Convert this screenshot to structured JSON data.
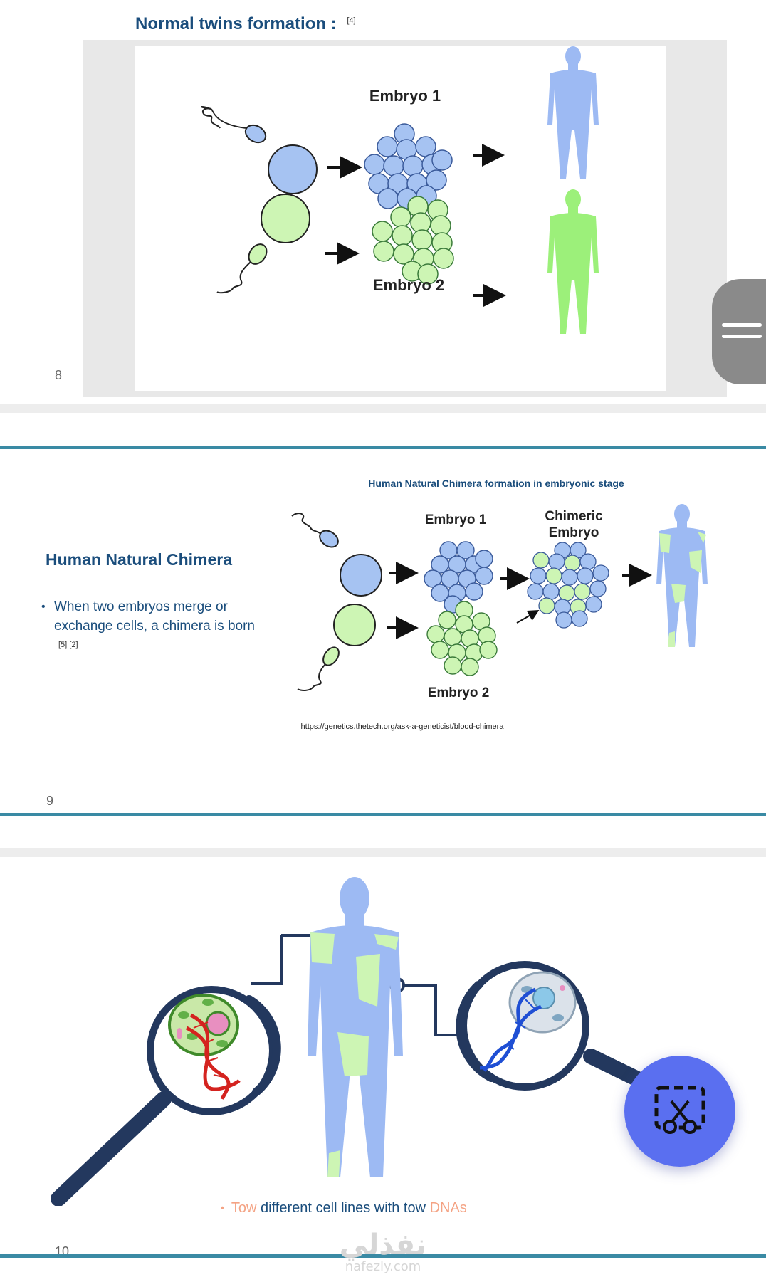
{
  "slide8": {
    "title": "Normal twins formation :",
    "ref": "[4]",
    "page_number": "8",
    "embryo1_label": "Embryo 1",
    "embryo2_label": "Embryo 2"
  },
  "slide9": {
    "title": "Human Natural Chimera",
    "bullet_text": "When two embryos merge or exchange cells, a chimera is born",
    "bullet_ref": "[5] [2]",
    "figure_title": "Human Natural Chimera  formation in embryonic stage",
    "embryo1_label": "Embryo 1",
    "chimeric_line1": "Chimeric",
    "chimeric_line2": "Embryo",
    "embryo2_label": "Embryo 2",
    "source_url": "https://genetics.thetech.org/ask-a-geneticist/blood-chimera",
    "page_number": "9"
  },
  "slide10": {
    "bullet_word1": "Tow",
    "bullet_mid": " different cell lines with tow ",
    "bullet_word2": "DNAs",
    "page_number": "10"
  },
  "watermark": {
    "arabic": "نفذلي",
    "latin": "nafezly.com"
  },
  "icons": {
    "scroll_handle": "menu-handle-icon",
    "fab": "screenshot-crop-scissors-icon"
  },
  "colors": {
    "title_blue": "#1a4d7c",
    "cell_blue": "#a6c3f2",
    "cell_green": "#cdf5b4",
    "accent_orange": "#f4a384",
    "fab_blue": "#5a6ff0",
    "rule_teal": "#3a8aa4"
  }
}
